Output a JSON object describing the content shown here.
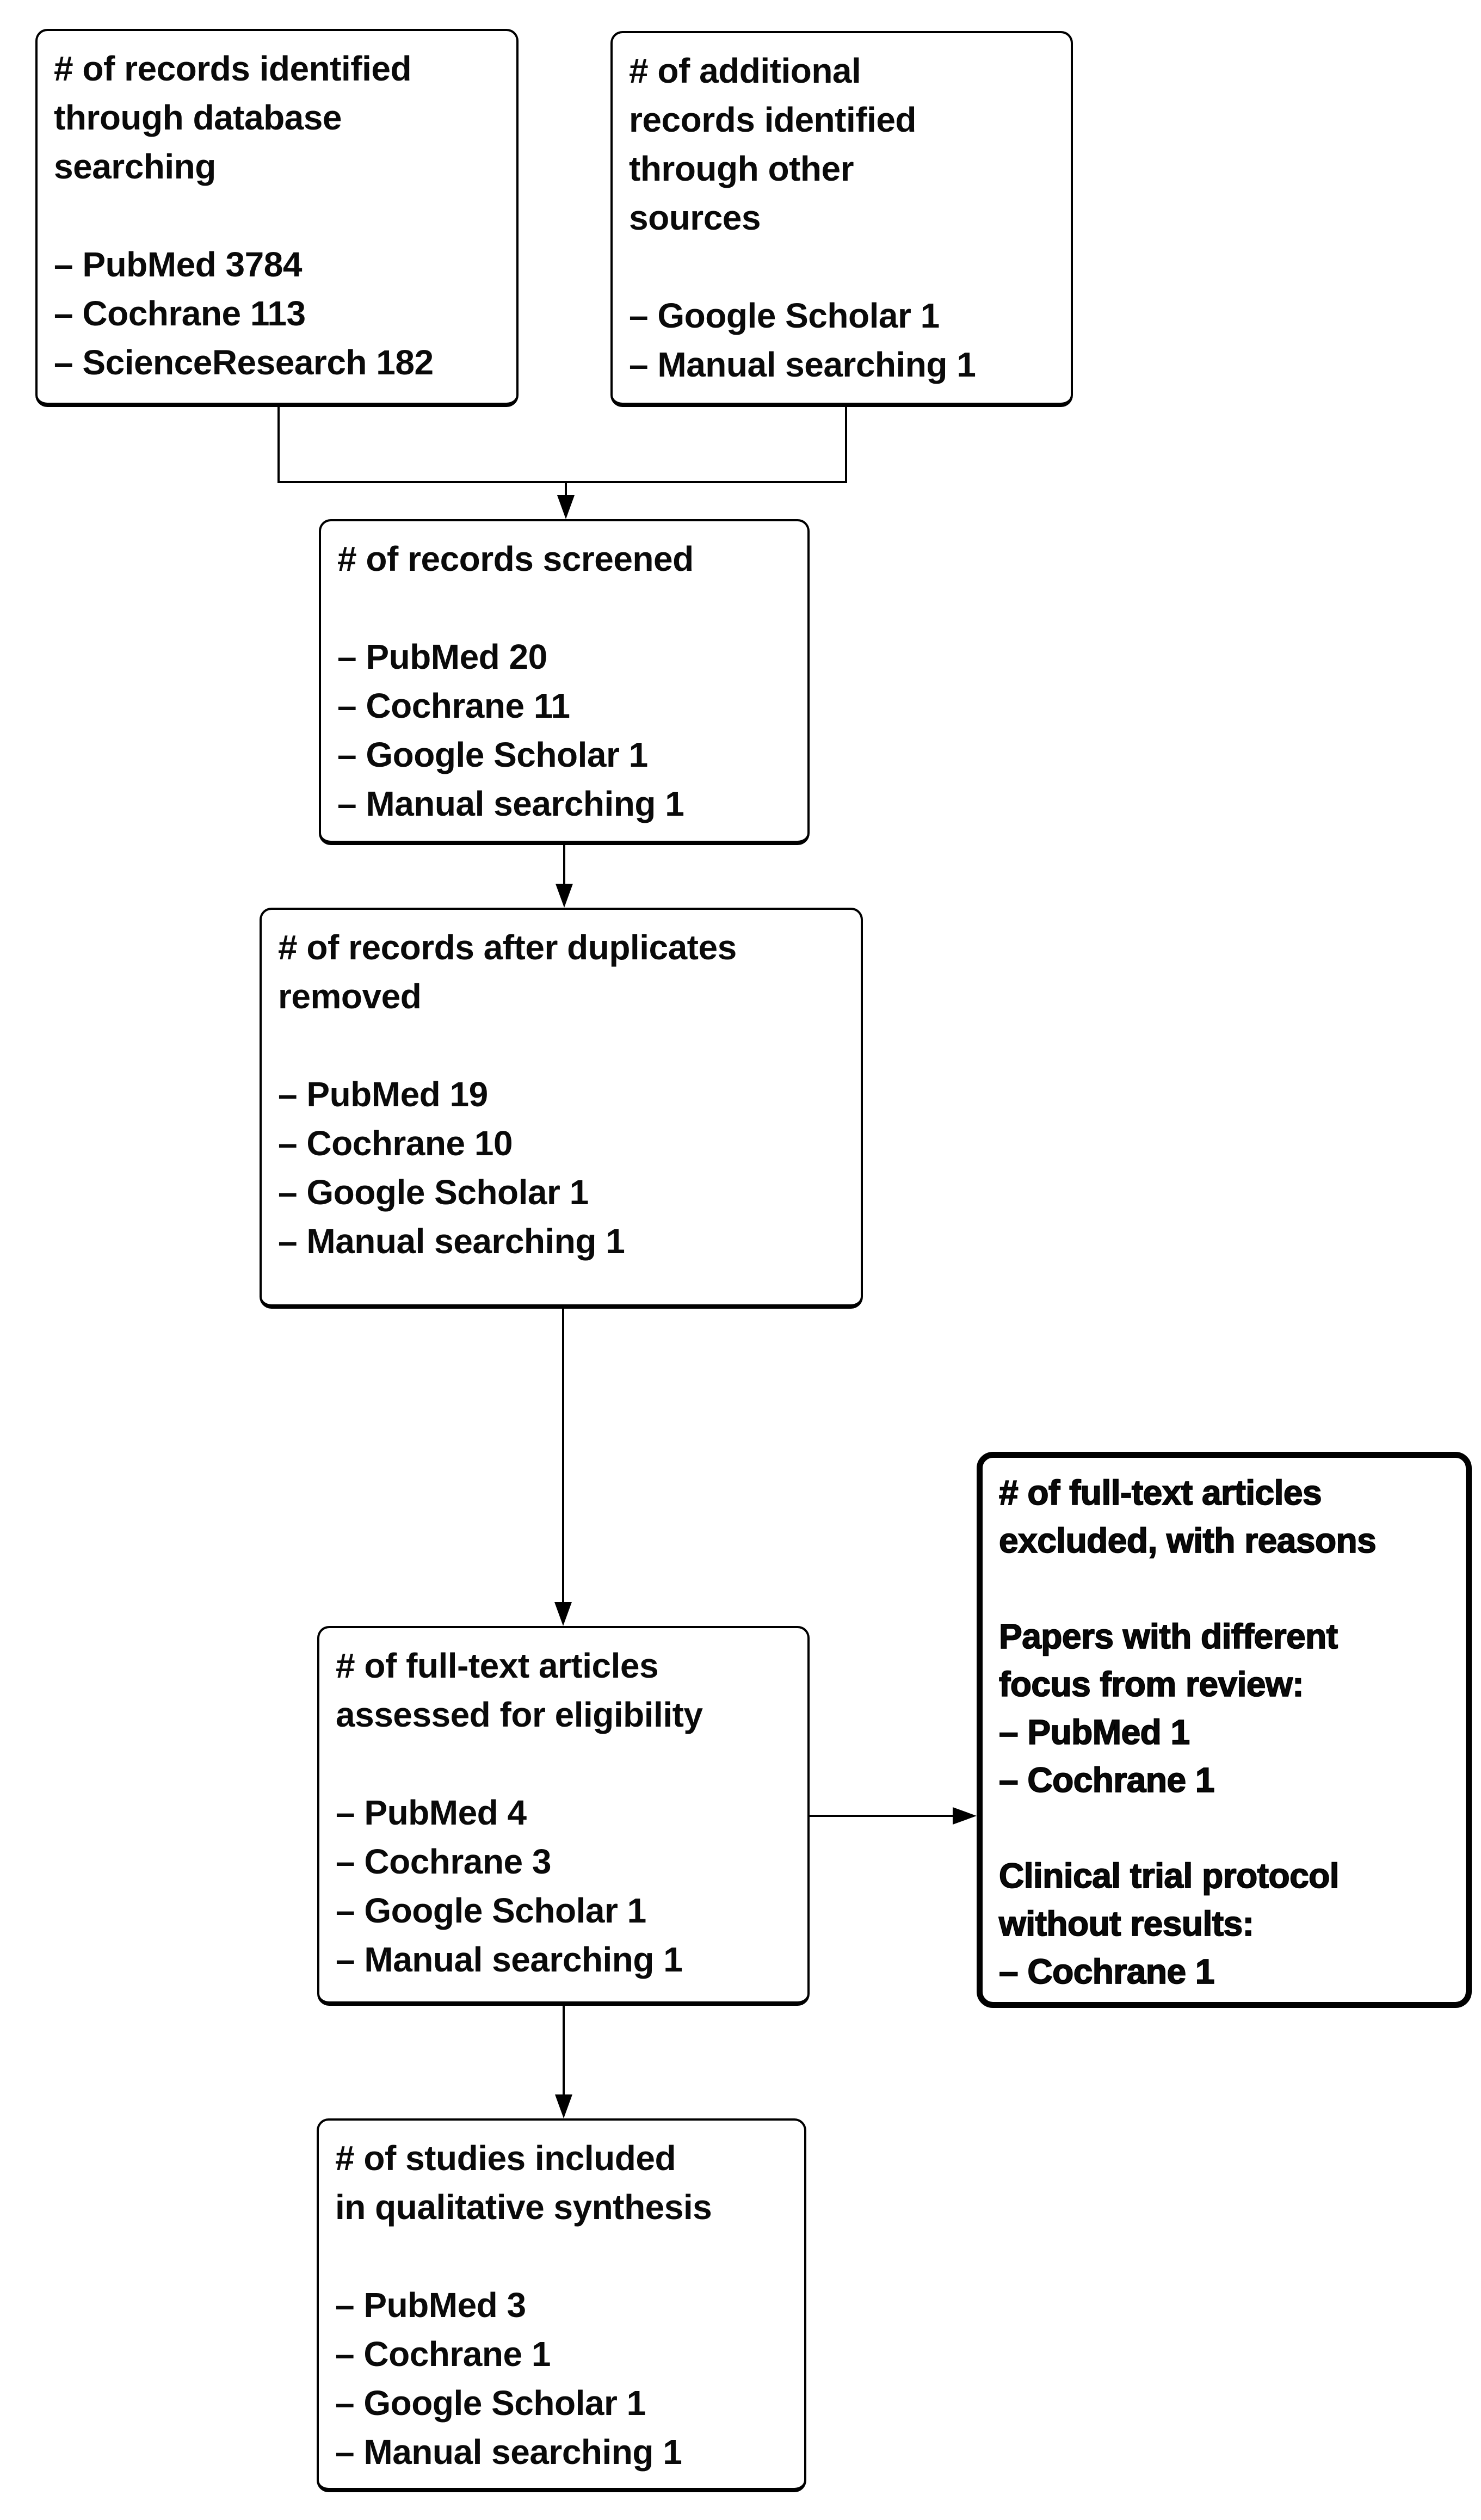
{
  "figure": {
    "type": "flow-diagram",
    "subject": "PRISMA study selection flow"
  },
  "colors": {
    "stroke": "#000000",
    "text": "#0a0a0a",
    "background": "#ffffff"
  },
  "boxes": {
    "identified_db": {
      "title_lines": [
        "# of records identified",
        "through database",
        "searching"
      ],
      "items": [
        "– PubMed 3784",
        "– Cochrane 113",
        "– ScienceResearch 182"
      ]
    },
    "identified_other": {
      "title_lines": [
        "# of additional",
        "records identified",
        "through other",
        "sources"
      ],
      "items": [
        "– Google Scholar 1",
        "– Manual searching 1"
      ]
    },
    "screened": {
      "title_lines": [
        "# of records screened"
      ],
      "items": [
        "– PubMed 20",
        "– Cochrane 11",
        "– Google Scholar 1",
        "– Manual searching 1"
      ]
    },
    "deduplicated": {
      "title_lines": [
        "# of records after duplicates",
        "removed"
      ],
      "items": [
        "– PubMed 19",
        "– Cochrane 10",
        "– Google Scholar 1",
        "– Manual searching 1"
      ]
    },
    "fulltext_assessed": {
      "title_lines": [
        "# of full-text articles",
        "assessed for eligibility"
      ],
      "items": [
        "– PubMed 4",
        "– Cochrane 3",
        "– Google Scholar 1",
        "– Manual searching 1"
      ]
    },
    "fulltext_excluded": {
      "title_lines": [
        "# of full-text articles",
        "excluded, with reasons"
      ],
      "reasons": [
        {
          "label_lines": [
            "Papers with different",
            "focus from review:"
          ],
          "items": [
            "– PubMed 1",
            "– Cochrane 1"
          ]
        },
        {
          "label_lines": [
            "Clinical trial protocol",
            "without results:"
          ],
          "items": [
            "– Cochrane 1"
          ]
        }
      ]
    },
    "included": {
      "title_lines": [
        "# of studies included",
        "in qualitative synthesis"
      ],
      "items": [
        "– PubMed 3",
        "– Cochrane 1",
        "– Google Scholar 1",
        "– Manual searching 1"
      ]
    }
  }
}
